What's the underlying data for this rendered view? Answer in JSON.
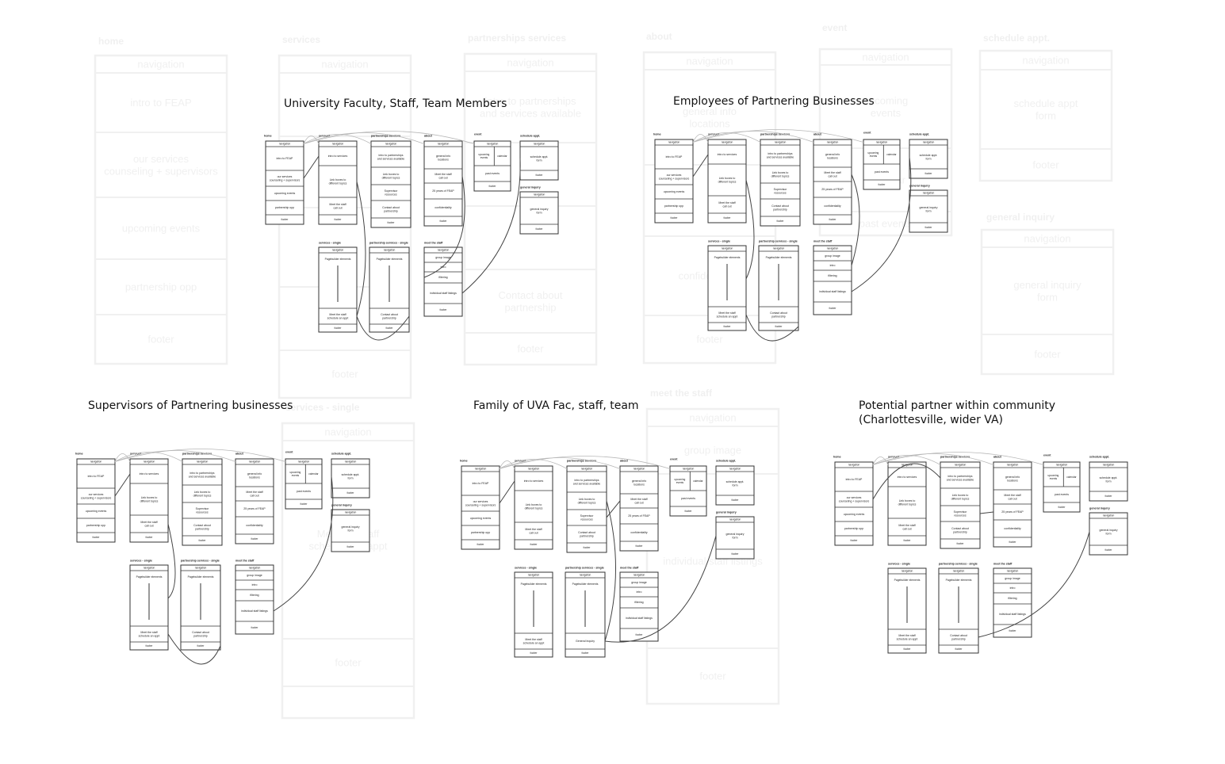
{
  "background": {
    "color": "#ffffff",
    "ink": "#f0f0f0",
    "pages": [
      {
        "title": "home",
        "sections": [
          "navigation",
          "intro to FEAP",
          "our services\ncounseling + supervisors",
          "upcoming events",
          "partnership opp",
          "footer"
        ]
      },
      {
        "title": "services",
        "sections": [
          "navigation",
          "",
          "",
          "",
          "",
          "footer"
        ]
      },
      {
        "title": "partnerships services",
        "sections": [
          "navigation",
          "intro to partnerships\nand services available",
          "",
          "",
          "Contact about\npartnership",
          "footer"
        ]
      },
      {
        "title": "about",
        "sections": [
          "navigation",
          "general info\nlocations",
          "",
          "confidentiality",
          "footer"
        ]
      },
      {
        "title": "event",
        "sections": [
          "navigation",
          "upcoming\nevents",
          "calendar",
          "past events",
          "footer"
        ]
      },
      {
        "title": "schedule appt.",
        "sections": [
          "navigation",
          "schedule appt\nform",
          "footer"
        ]
      },
      {
        "title": "general inquiry",
        "sections": [
          "navigation",
          "general inquiry\nform",
          "footer"
        ]
      },
      {
        "title": "services - single",
        "sections": [
          "navigation",
          "Meet the staff\nschedule an appt",
          "footer"
        ]
      },
      {
        "title": "meet the staff",
        "sections": [
          "navigation",
          "group image",
          "individual staff listings",
          "footer"
        ]
      }
    ]
  },
  "groups": [
    {
      "title": "University Faculty, Staff, Team Members"
    },
    {
      "title": "Employees of Partnering Businesses"
    },
    {
      "title": "Supervisors of Partnering businesses"
    },
    {
      "title": "Family of UVA Fac, staff, team"
    },
    {
      "title": "Potential partner within community\n(Charlottesville, wider VA)"
    }
  ],
  "sitemap": {
    "home": {
      "title": "home",
      "sections": [
        "navigation",
        "intro to FEAP",
        "our services\ncounseling + supervisors",
        "upcoming events",
        "partnership opp",
        "footer"
      ]
    },
    "services": {
      "title": "services",
      "sections": [
        "navigation",
        "intro to services",
        "Link boxes to\ndifferent topics",
        "Meet the staff\ncall out",
        "footer"
      ]
    },
    "partnerships": {
      "title": "partnerships services",
      "sections": [
        "navigation",
        "intro to partnerships\nand services available",
        "Link boxes to\ndifferent topics",
        "Supervisor\nresources",
        "Contact about\npartnership",
        "footer"
      ]
    },
    "about": {
      "title": "about",
      "sections": [
        "navigation",
        "general info\nlocations",
        "Meet the staff\ncall out",
        "25 years of FEAP",
        "confidentiality",
        "footer"
      ]
    },
    "event": {
      "title": "event",
      "sections": [
        "navigation",
        "upcoming\nevents",
        "calendar",
        "past events",
        "footer"
      ]
    },
    "schedule": {
      "title": "schedule appt.",
      "sections": [
        "navigation",
        "schedule appt.\nform",
        "footer"
      ]
    },
    "inquiry": {
      "title": "general inquiry",
      "sections": [
        "navigation",
        "general inquiry\nform",
        "footer"
      ]
    },
    "services_single": {
      "title": "services - single",
      "sections": [
        "navigation",
        "Pagebuilder elements",
        "Meet the staff\nschedule an appt",
        "footer"
      ]
    },
    "partnership_single": {
      "title": "partnership services - single",
      "sections": [
        "navigation",
        "Pagebuilder elements",
        "Contact about\npartnership",
        "footer"
      ]
    },
    "meet_staff": {
      "title": "meet the staff",
      "sections": [
        "navigation",
        "group image",
        "intro",
        "filtering",
        "individual staff listings",
        "footer"
      ]
    },
    "general_inquiry_label": "General Inquiry"
  }
}
